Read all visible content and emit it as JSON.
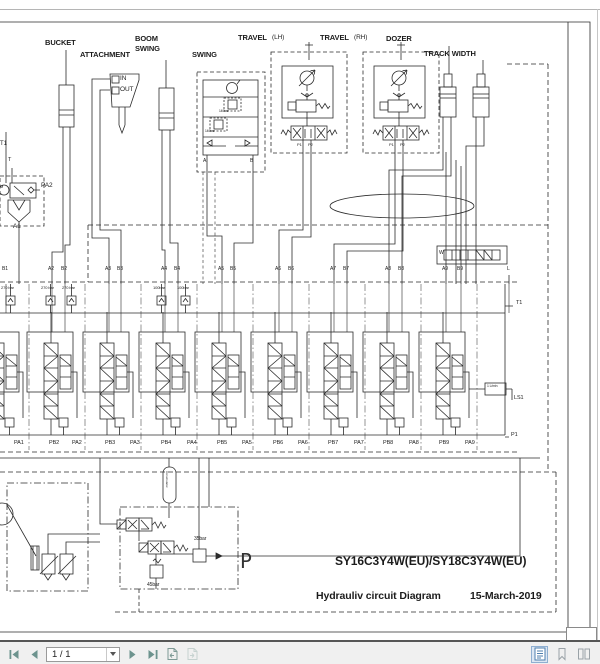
{
  "diagram": {
    "labels": {
      "bucket": "BUCKET",
      "attachment": "ATTACHMENT",
      "boom_swing_line1": "BOOM",
      "boom_swing_line2": "SWING",
      "swing": "SWING",
      "travel_lh": "TRAVEL",
      "travel_lh_sub": "(LH)",
      "travel_rh": "TRAVEL",
      "travel_rh_sub": "(RH)",
      "dozer": "DOZER",
      "track_width": "TRACK WIDTH",
      "attachment_in": "IN",
      "attachment_out": "OUT",
      "t1_left": "T1",
      "t_left": "T",
      "m_left": "M",
      "pa2_left": "PA2",
      "a1_left": "A1",
      "swing_port_a": "A",
      "swing_port_b": "B",
      "swing_relief_upper": "140bar",
      "swing_relief_lower": "140bar",
      "travel_lh_p1": "P1",
      "travel_lh_p2": "P2",
      "travel_rh_p1": "P1",
      "travel_rh_p2": "P2",
      "w_block": "W",
      "l_port": "L",
      "t1_right": "T1",
      "ls1": "LS1",
      "p1_right": "P1",
      "flow_restrictor": "1 L/min",
      "p_label": "P",
      "relief_35": "35bar",
      "relief_45": "45bar",
      "accumulator": "Accumulator"
    },
    "top_ports": [
      "B1",
      "A2",
      "B2",
      "A3",
      "B3",
      "A4",
      "B4",
      "A5",
      "B5",
      "A6",
      "B6",
      "A7",
      "B7",
      "A8",
      "B8",
      "A9",
      "B9"
    ],
    "relief_valves": [
      "270 bar",
      "270 bar",
      "270 bar",
      "100bar",
      "100bar"
    ],
    "bottom_ports": [
      "PA1",
      "PB2",
      "PA2",
      "PB3",
      "PA3",
      "PB4",
      "PA4",
      "PB5",
      "PA5",
      "PB6",
      "PA6",
      "PB7",
      "PA7",
      "PB8",
      "PA8",
      "PB9",
      "PA9"
    ],
    "titleblock": {
      "model": "SY16C3Y4W(EU)/SY18C3Y4W(EU)",
      "title": "Hydrauliv circuit Diagram",
      "date": "15-March-2019"
    }
  },
  "statusbar": {
    "page_indicator": "1 / 1",
    "icons": [
      "first-page",
      "previous-page",
      "page-selector",
      "next-page",
      "last-page",
      "previous-view",
      "next-view",
      "page-panel",
      "bookmark-panel",
      "two-page-view"
    ]
  }
}
